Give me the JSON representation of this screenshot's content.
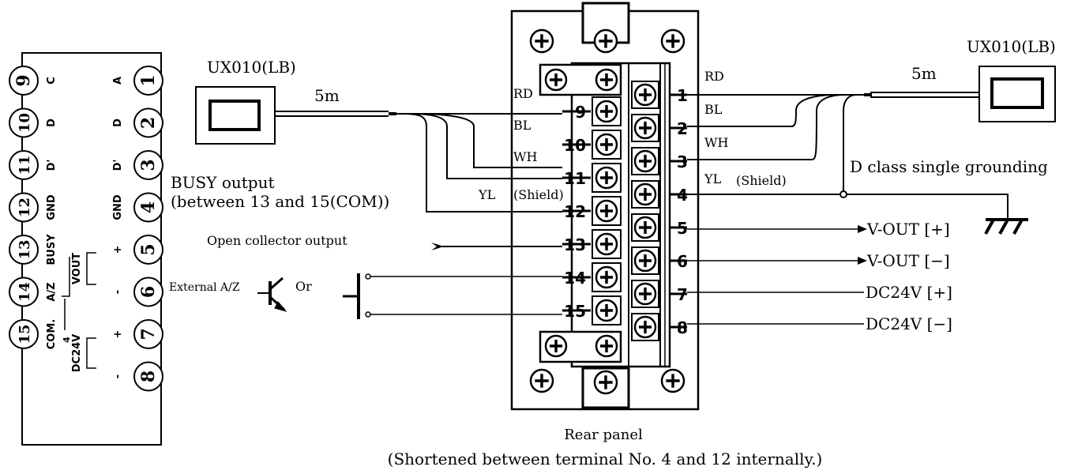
{
  "left_terminal_block": {
    "top_numbers": [
      "1",
      "2",
      "3",
      "4",
      "5",
      "6",
      "7",
      "8"
    ],
    "bottom_numbers": [
      "9",
      "10",
      "11",
      "12",
      "13",
      "14",
      "15"
    ],
    "top_labels": [
      "A",
      "D",
      "D'",
      "GND",
      "+",
      "-",
      "+",
      "-"
    ],
    "group_labels": [
      "VOUT",
      "DC24V"
    ],
    "bottom_labels": [
      "C",
      "D",
      "D'",
      "GND",
      "BUSY",
      "A/Z",
      "COM."
    ],
    "small_mark": "4"
  },
  "left_sensor": {
    "label": "UX010(LB)",
    "cable_length": "5m"
  },
  "right_sensor": {
    "label": "UX010(LB)",
    "cable_length": "5m"
  },
  "wire_labels_left": {
    "rd": "RD",
    "bl": "BL",
    "wh": "WH",
    "yl": "YL",
    "shield": "(Shield)"
  },
  "wire_labels_right": {
    "rd": "RD",
    "bl": "BL",
    "wh": "WH",
    "yl": "YL",
    "shield": "(Shield)"
  },
  "panel": {
    "left_numbers": [
      "9",
      "10",
      "11",
      "12",
      "13",
      "14",
      "15"
    ],
    "right_numbers": [
      "1",
      "2",
      "3",
      "4",
      "5",
      "6",
      "7",
      "8"
    ],
    "caption": "Rear panel",
    "note": "(Shortened between terminal No. 4 and 12 internally.)"
  },
  "annotations": {
    "busy_line1": "BUSY output",
    "busy_line2": "(between 13 and 15(COM))",
    "open_collector": "Open collector output",
    "external_az": "External A/Z",
    "or": "Or",
    "grounding": "D class single grounding"
  },
  "outputs": {
    "vout_plus": "V-OUT [+]",
    "vout_minus": "V-OUT [−]",
    "dc24_plus": "DC24V [+]",
    "dc24_minus": "DC24V [−]"
  }
}
